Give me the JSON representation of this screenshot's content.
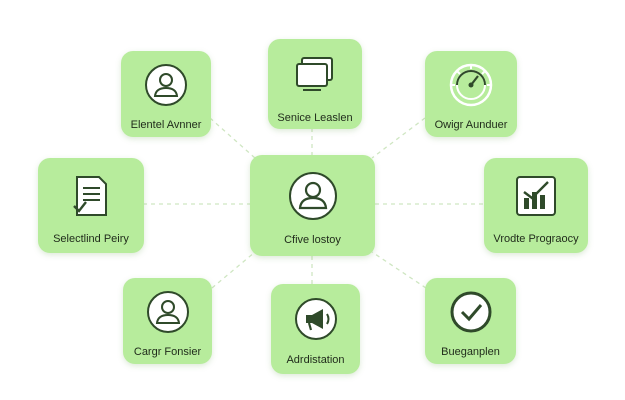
{
  "colors": {
    "node_fill": "#b7ec9c",
    "icon_stroke": "#2f4a2a",
    "icon_white": "#ffffff",
    "connector": "#cfe6c2",
    "label_text": "#1f2a1a"
  },
  "center": {
    "label": "Cfive lostoy",
    "icon": "user-icon"
  },
  "nodes": [
    {
      "id": "top-left",
      "label": "Elentel Avnner",
      "icon": "user-icon"
    },
    {
      "id": "top-center",
      "label": "Senice Leaslen",
      "icon": "monitor-icon"
    },
    {
      "id": "top-right",
      "label": "Owigr Aunduer",
      "icon": "gauge-icon"
    },
    {
      "id": "middle-left",
      "label": "Selectlind Peiry",
      "icon": "document-check-icon"
    },
    {
      "id": "middle-right",
      "label": "Vrodte Prograocy",
      "icon": "chart-check-icon"
    },
    {
      "id": "bottom-left",
      "label": "Cargr Fonsier",
      "icon": "user-icon"
    },
    {
      "id": "bottom-center",
      "label": "Adrdistation",
      "icon": "megaphone-icon"
    },
    {
      "id": "bottom-right",
      "label": "Bueganplen",
      "icon": "check-circle-icon"
    }
  ]
}
